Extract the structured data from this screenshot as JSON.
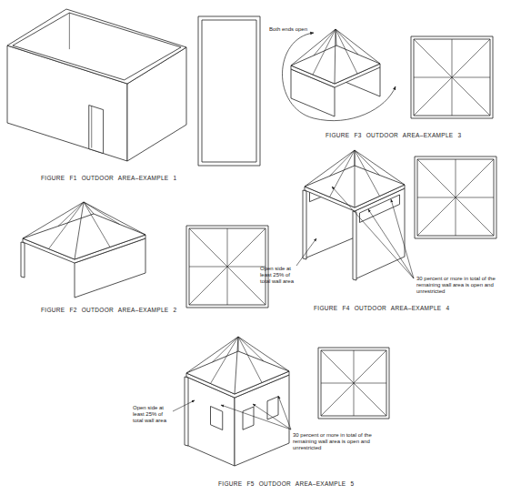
{
  "diagram": {
    "labels": [
      "FIGURE F1 OUTDOOR AREA–EXAMPLE 1",
      "FIGURE F2 OUTDOOR AREA–EXAMPLE 2",
      "Both ends open",
      "FIGURE F3 OUTDOOR AREA–EXAMPLE 3",
      "Open side at least 25% of total wall area",
      "30 percent or more in total of the remaining wall area is open and unrestricted",
      "FIGURE F4 OUTDOOR AREA–EXAMPLE 4",
      "Open side at least 25% of total wall area",
      "30 percent or more in total of the remaining wall area is open and unrestricted",
      "FIGURE F5 OUTDOOR AREA–EXAMPLE 5"
    ]
  }
}
